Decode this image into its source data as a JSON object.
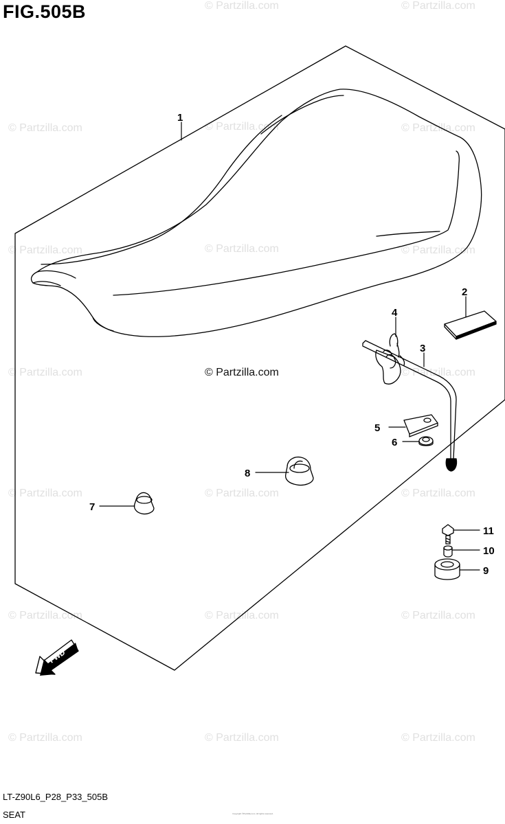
{
  "figure": {
    "title": "FIG.505B",
    "code": "LT-Z90L6_P28_P33_505B",
    "name": "SEAT"
  },
  "credit": "© Partzilla.com",
  "watermark": "© Partzilla.com",
  "fine_print": "Copyright ©Partzilla.com. All rights reserved.",
  "fwd_label": "FWD",
  "callouts": [
    {
      "num": "1",
      "part": "seat-assembly"
    },
    {
      "num": "2",
      "part": "seat-pad"
    },
    {
      "num": "3",
      "part": "seat-lock-rod"
    },
    {
      "num": "4",
      "part": "seat-lock-spring"
    },
    {
      "num": "5",
      "part": "lock-plate"
    },
    {
      "num": "6",
      "part": "washer"
    },
    {
      "num": "7",
      "part": "seat-cushion-small"
    },
    {
      "num": "8",
      "part": "seat-cushion-large"
    },
    {
      "num": "9",
      "part": "rubber-cushion"
    },
    {
      "num": "10",
      "part": "spacer"
    },
    {
      "num": "11",
      "part": "bolt"
    }
  ],
  "colors": {
    "line": "#000000",
    "watermark": "#e0e0e0",
    "background": "#ffffff"
  }
}
